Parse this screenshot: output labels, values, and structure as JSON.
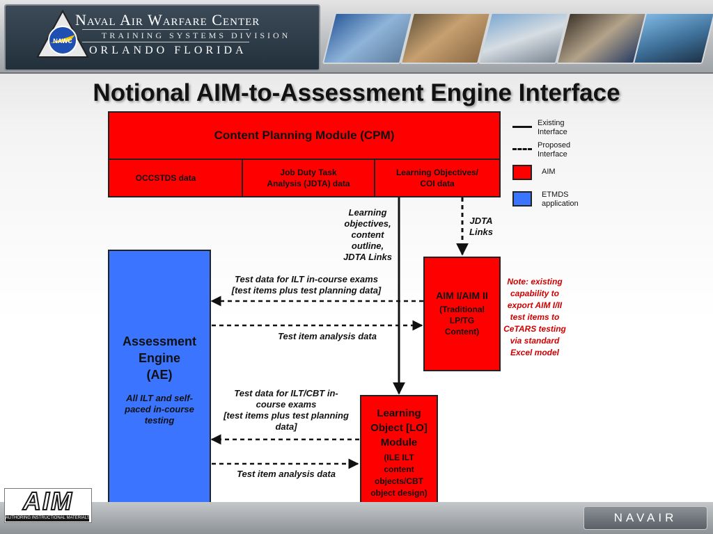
{
  "header": {
    "org_line1": "Naval Air Warfare Center",
    "org_line2": "TRAINING SYSTEMS DIVISION",
    "org_line3": "ORLANDO FLORIDA",
    "logo_text": "NAWC"
  },
  "title": "Notional AIM-to-Assessment Engine Interface",
  "cpm": {
    "title": "Content Planning Module (CPM)",
    "cell1": "OCCSTDS data",
    "cell2_line1": "Job Duty Task",
    "cell2_line2": "Analysis (JDTA) data",
    "cell3_line1": "Learning Objectives/",
    "cell3_line2": "COI data"
  },
  "legend": {
    "existing_line1": "Existing",
    "existing_line2": "Interface",
    "proposed_line1": "Proposed",
    "proposed_line2": "Interface",
    "aim": "AIM",
    "etmds_line1": "ETMDS",
    "etmds_line2": "application"
  },
  "labels": {
    "lo_links": [
      "Learning",
      "objectives,",
      "content",
      "outline,",
      "JDTA Links"
    ],
    "jdta_links": [
      "JDTA",
      "Links"
    ],
    "ilt_test_line1": "Test data for ILT in-course exams",
    "ilt_test_line2": "[test items plus test planning data]",
    "analysis1": "Test item analysis data",
    "cbt_test": [
      "Test data for ILT/CBT in-",
      "course exams",
      "[test items plus test planning",
      "data]"
    ],
    "analysis2": "Test item analysis data"
  },
  "ae": {
    "title": [
      "Assessment",
      "Engine",
      "(AE)"
    ],
    "sub": [
      "All ILT and self-",
      "paced in-course",
      "testing"
    ]
  },
  "aim_box": {
    "title": "AIM I/AIM II",
    "sub": [
      "(Traditional",
      "LP/TG",
      "Content)"
    ]
  },
  "lo_box": {
    "title": [
      "Learning",
      "Object [LO]",
      "Module"
    ],
    "sub": [
      "(ILE ILT",
      "content",
      "objects/CBT",
      "object design)"
    ]
  },
  "note": [
    "Note: existing",
    "capability to",
    "export AIM I/II",
    "test items to",
    "CeTARS testing",
    "via standard",
    "Excel model"
  ],
  "footer": {
    "aim_logo": "AIM",
    "aim_logo_sub": "AUTHORING INSTRUCTIONAL MATERIALS",
    "navair": "NAVAIR"
  },
  "colors": {
    "aim_red": "#ff0000",
    "etmds_blue": "#3a74ff",
    "note_red": "#d00000"
  }
}
